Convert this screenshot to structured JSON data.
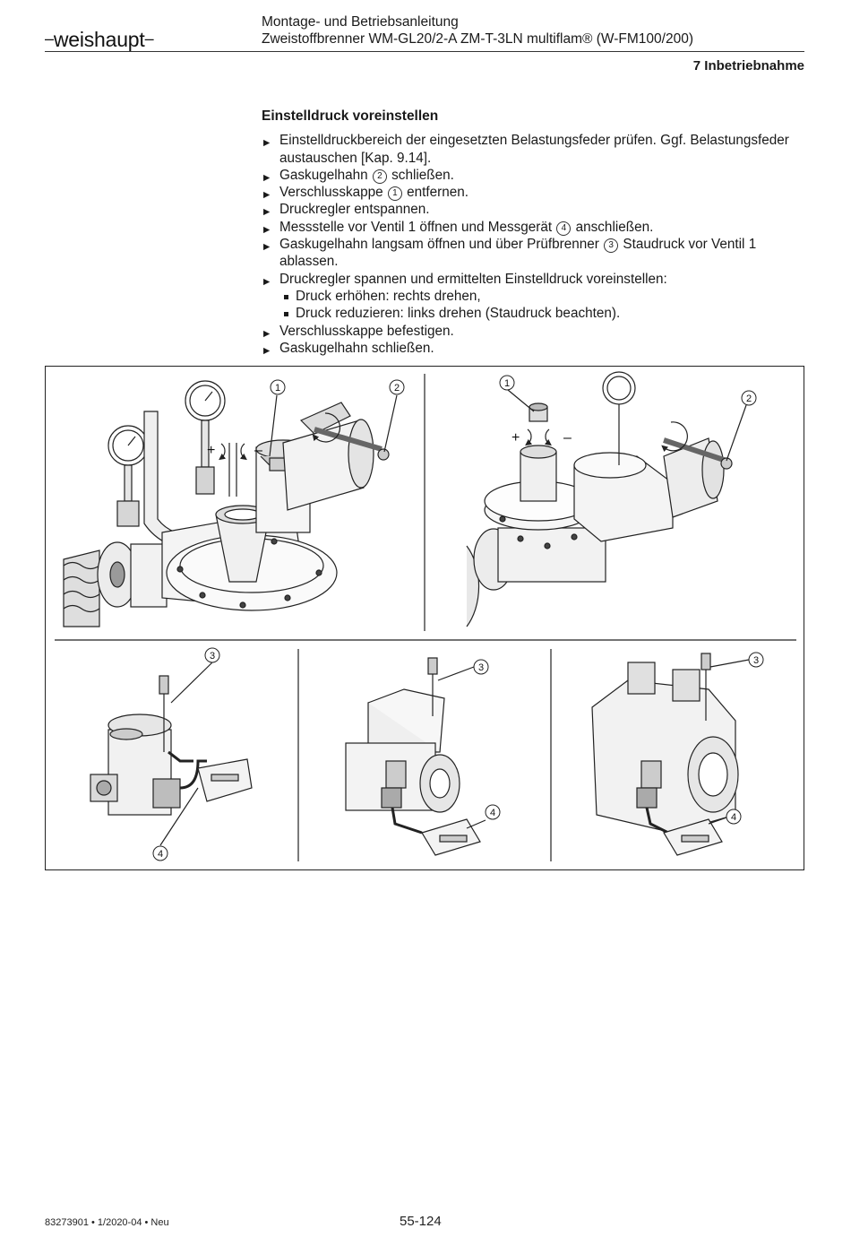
{
  "header": {
    "logo": "weishaupt",
    "title_line1": "Montage- und Betriebsanleitung",
    "title_line2": "Zweistoffbrenner WM-GL20/2-A ZM-T-3LN multiflam® (W-FM100/200)",
    "chapter": "7 Inbetriebnahme"
  },
  "section": {
    "title": "Einstelldruck voreinstellen",
    "steps": [
      {
        "text": "Einstelldruckbereich der eingesetzten Belastungsfeder prüfen. Ggf. Belastungs­feder austauschen [Kap. 9.14]."
      },
      {
        "pre": "Gaskugelhahn ",
        "ref": "2",
        "post": " schließen."
      },
      {
        "pre": "Verschlusskappe ",
        "ref": "1",
        "post": " entfernen."
      },
      {
        "text": "Druckregler entspannen."
      },
      {
        "pre": "Messstelle vor Ventil 1 öffnen und Messgerät ",
        "ref": "4",
        "post": " anschließen."
      },
      {
        "pre": "Gaskugelhahn langsam öffnen und über Prüfbrenner ",
        "ref": "3",
        "post": " Staudruck vor Ventil 1 ablassen."
      },
      {
        "text": "Druckregler spannen und ermittelten Einstelldruck voreinstellen:"
      },
      {
        "text": "Verschlusskappe befestigen."
      },
      {
        "text": "Gaskugelhahn schließen."
      }
    ],
    "substeps": [
      "Druck erhöhen: rechts drehen,",
      "Druck reduzieren: links drehen (Staudruck beachten)."
    ]
  },
  "figure": {
    "callouts": {
      "one": "1",
      "two": "2",
      "three": "3",
      "four": "4"
    },
    "plus": "+",
    "minus": "–"
  },
  "footer": {
    "doc": "83273901 • 1/2020-04 • Neu",
    "page": "55-124"
  }
}
